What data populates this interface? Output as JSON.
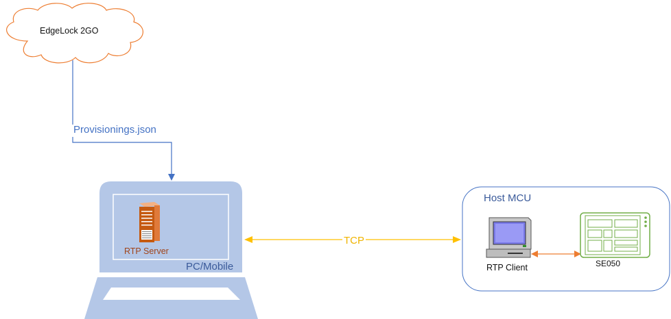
{
  "cloud": {
    "label": "EdgeLock 2GO"
  },
  "provisioning": {
    "label": "Provisionings.json"
  },
  "pc": {
    "label": "PC/Mobile",
    "server_label": "RTP Server"
  },
  "link": {
    "label": "TCP"
  },
  "host": {
    "label": "Host MCU",
    "client_label": "RTP Client",
    "se_label": "SE050"
  },
  "colors": {
    "cloud_stroke": "#ed7d31",
    "arrow_blue": "#4472c4",
    "tcp": "#ffc000",
    "laptop_fill": "#b4c7e7",
    "host_stroke": "#4472c4",
    "se_green": "#70ad47",
    "se_link": "#ed7d31"
  },
  "icons": [
    "cloud-shape",
    "server-icon",
    "laptop-icon",
    "computer-icon",
    "chip-icon"
  ]
}
